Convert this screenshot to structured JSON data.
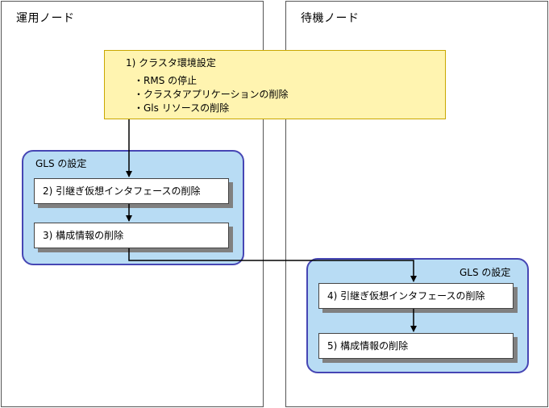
{
  "nodes": {
    "active": {
      "title": "運用ノード"
    },
    "standby": {
      "title": "待機ノード"
    }
  },
  "cluster_settings": {
    "heading": "1) クラスタ環境設定",
    "items": [
      "・RMS の停止",
      "・クラスタアプリケーションの削除",
      "・Gls リソースの削除"
    ]
  },
  "gls_left": {
    "label": "GLS の設定",
    "steps": [
      "2) 引継ぎ仮想インタフェースの削除",
      "3) 構成情報の削除"
    ]
  },
  "gls_right": {
    "label": "GLS の設定",
    "steps": [
      "4) 引継ぎ仮想インタフェースの削除",
      "5) 構成情報の削除"
    ]
  },
  "colors": {
    "cluster_fill": "#fff4b0",
    "gls_fill": "#b8dcf4",
    "gls_border": "#4646b4"
  }
}
